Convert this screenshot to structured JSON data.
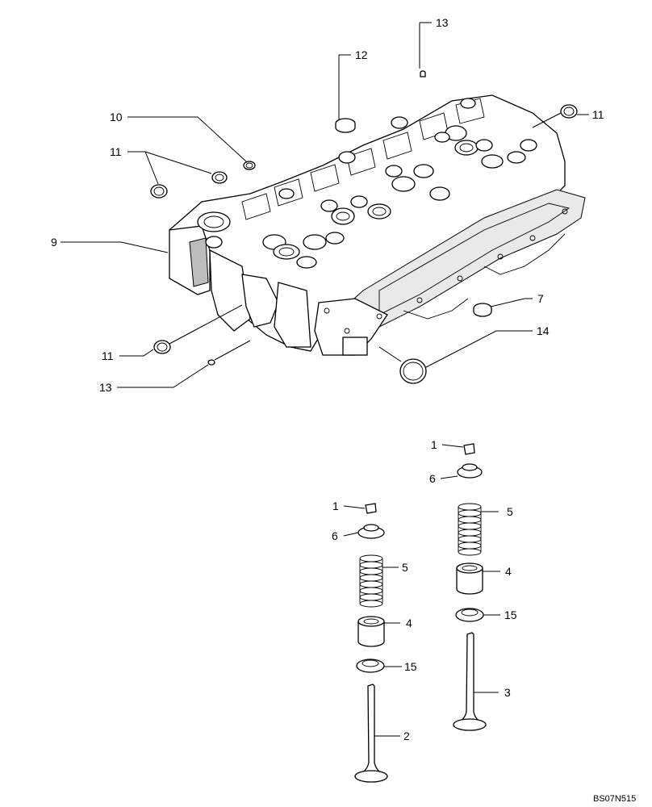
{
  "drawing_code": "BS07N515",
  "callouts": {
    "c1a": "1",
    "c1b": "1",
    "c2": "2",
    "c3": "3",
    "c4a": "4",
    "c4b": "4",
    "c5a": "5",
    "c5b": "5",
    "c6a": "6",
    "c6b": "6",
    "c7": "7",
    "c9": "9",
    "c10": "10",
    "c11a": "11",
    "c11b": "11",
    "c11c": "11",
    "c12": "12",
    "c13a": "13",
    "c13b": "13",
    "c14": "14",
    "c15a": "15",
    "c15b": "15"
  }
}
